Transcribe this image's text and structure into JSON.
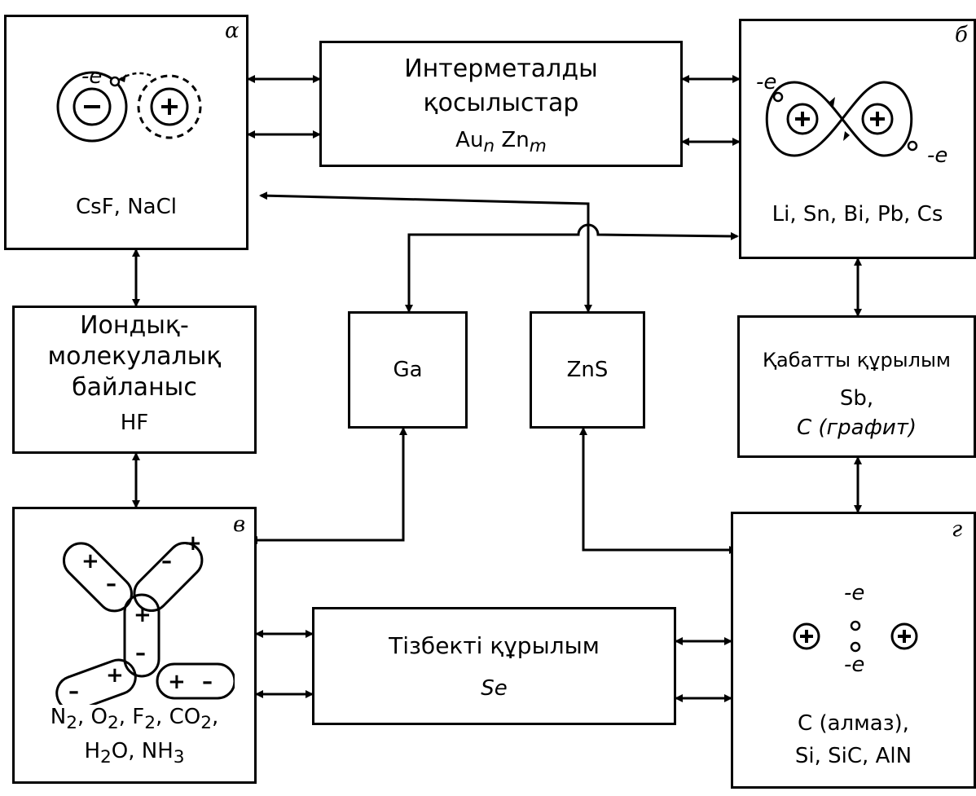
{
  "box_a": {
    "corner_letter": "α",
    "electron_label": "-e",
    "minus_sign": "⊖",
    "plus_sign": "⊕",
    "formula": "CsF, NaCl"
  },
  "box_intermetallic": {
    "line1": "Интерметалды",
    "line2": "қосылыстар",
    "formula_base1": "Au",
    "sub1": "n",
    "formula_base2": "Zn",
    "sub2": "m"
  },
  "box_b": {
    "corner_letter": "б",
    "electron_top": "-e",
    "electron_bottom": "-e",
    "formula": "Li, Sn, Bi, Pb, Cs"
  },
  "box_ionic_molecular": {
    "line1": "Иондық-",
    "line2": "молекулалық",
    "line3": "байланыс",
    "formula": "HF"
  },
  "box_ga": {
    "label": "Ga"
  },
  "box_zns": {
    "label": "ZnS"
  },
  "box_layered": {
    "title": "Қабатты құрылым",
    "line1": "Sb,",
    "line2": "C (графит)"
  },
  "box_v": {
    "corner_letter": "в",
    "row1": [
      {
        "base": "N",
        "sub": "2",
        "sep": ", "
      },
      {
        "base": "O",
        "sub": "2",
        "sep": ", "
      },
      {
        "base": "F",
        "sub": "2",
        "sep": ", "
      },
      {
        "base": "CO",
        "sub": "2",
        "sep": ","
      }
    ],
    "row2": [
      {
        "base": "H",
        "sub": "2",
        "tail": "O,  "
      },
      {
        "base": "NH",
        "sub": "3",
        "tail": ""
      }
    ]
  },
  "box_chain": {
    "title": "Тізбекті құрылым",
    "formula": "Se"
  },
  "box_g": {
    "corner_letter": "г",
    "electron_top": "-e",
    "electron_bottom": "-e",
    "line1": "C (алмаз),",
    "line2": "Si, SiC, AlN"
  }
}
